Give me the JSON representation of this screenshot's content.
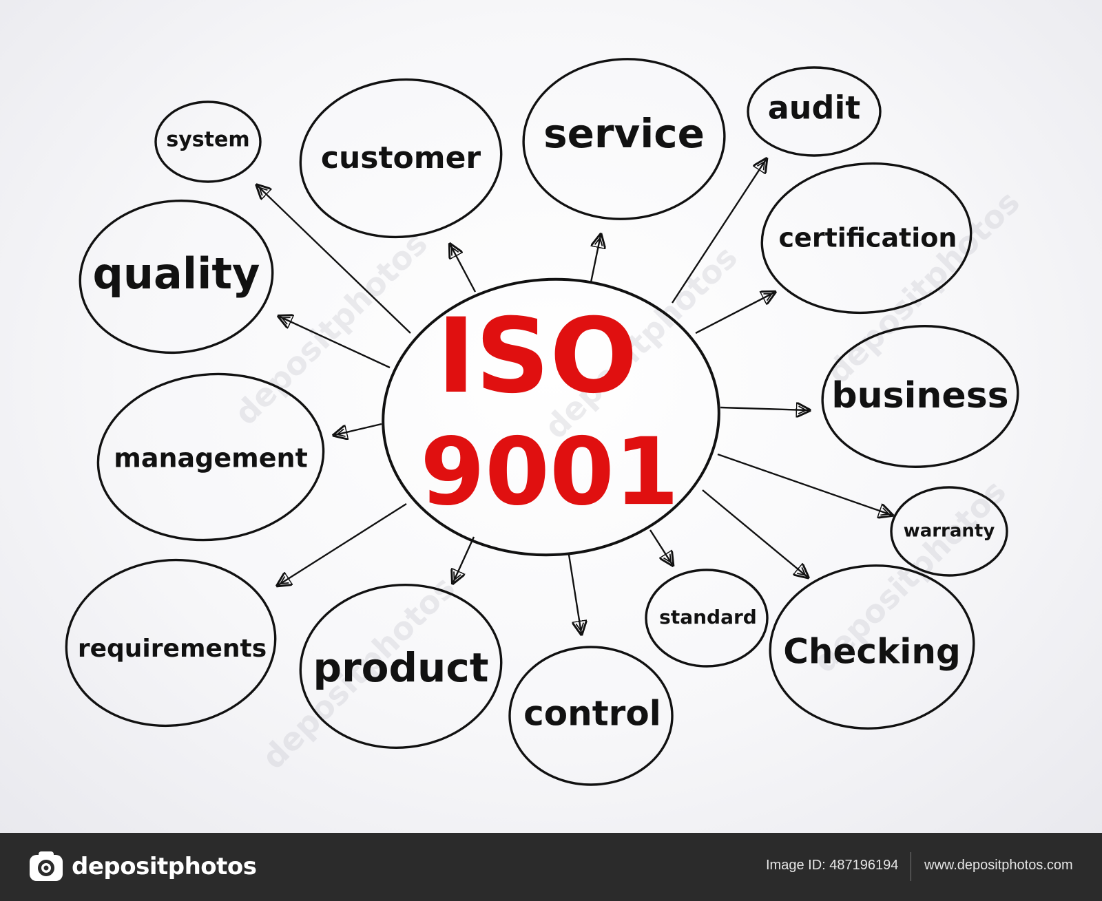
{
  "center": {
    "line1": "ISO",
    "line2": "9001"
  },
  "nodes": [
    {
      "id": "system",
      "label": "system"
    },
    {
      "id": "customer",
      "label": "customer"
    },
    {
      "id": "service",
      "label": "service"
    },
    {
      "id": "audit",
      "label": "audit"
    },
    {
      "id": "certification",
      "label": "certification"
    },
    {
      "id": "quality",
      "label": "quality"
    },
    {
      "id": "business",
      "label": "business"
    },
    {
      "id": "management",
      "label": "management"
    },
    {
      "id": "warranty",
      "label": "warranty"
    },
    {
      "id": "requirements",
      "label": "requirements"
    },
    {
      "id": "product",
      "label": "product"
    },
    {
      "id": "control",
      "label": "control"
    },
    {
      "id": "standard",
      "label": "standard"
    },
    {
      "id": "checking",
      "label": "Checking"
    }
  ],
  "footer": {
    "brand": "depositphotos",
    "image_id": "Image ID: 487196194",
    "site": "www.depositphotos.com"
  },
  "colors": {
    "accent": "#e01010",
    "ink": "#111111",
    "footer_bg": "#2b2b2b"
  }
}
